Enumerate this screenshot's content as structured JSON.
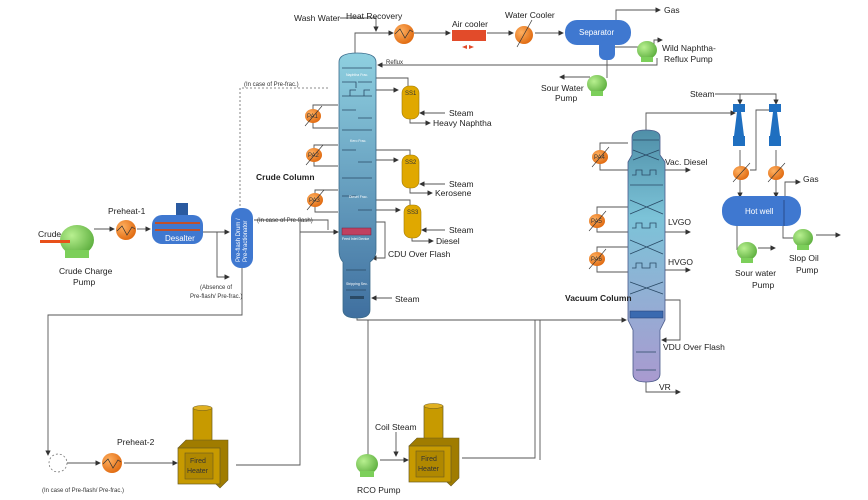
{
  "colors": {
    "column_top": "#8fd0e0",
    "column_bottom": "#3f6f9f",
    "vacuum_bottom": "#a99ad0",
    "pump": "#7ccf5a",
    "exchanger": "#f08a2a",
    "stripper": "#e0a800",
    "vessel": "#3f78d0",
    "heater": "#c79a00",
    "air_cooler": "#e24b2a"
  },
  "overhead": {
    "wash_water": "Wash Water",
    "heat_recovery": "Heat  Recovery",
    "air_cooler": "Air cooler",
    "water_cooler": "Water Cooler",
    "separator": "Separator",
    "gas": "Gas",
    "wild_naphtha_1": "Wild Naphtha-",
    "wild_naphtha_2": "Reflux Pump",
    "reflux": "Reflux",
    "sour_water_1": "Sour Water",
    "sour_water_2": "Pump"
  },
  "crude_column": {
    "label": "Crude Column",
    "pre_frac_note": "(In case of Pre-frac.)",
    "pre_flash_note": "(In case of Pre-flash)",
    "pumparounds": [
      "PA1",
      "PA2",
      "PA3"
    ],
    "strippers": [
      "SS1",
      "SS2",
      "SS3"
    ],
    "steam": "Steam",
    "products": [
      "Heavy Naphtha",
      "Kerosene",
      "Diesel"
    ],
    "over_flash": "CDU Over Flash",
    "bottom_steam": "Steam",
    "internals": [
      "Naphtha Frac.",
      "Kero Frac.",
      "Diesel Frac.",
      "Feed Inlet Device",
      "Stripping Sec."
    ]
  },
  "feed": {
    "crude": "Crude",
    "pump_1": "Crude Charge",
    "pump_2": "Pump",
    "preheat1": "Preheat-1",
    "desalter": "Desalter",
    "preflash_1": "Pre-flash Drum /",
    "preflash_2": "Pre-fractionator",
    "absence_1": "(Absence of",
    "absence_2": "Pre-flash/ Pre-frac.)",
    "bottom_note": "(In case of  Pre-flash/ Pre-frac.)",
    "preheat2": "Preheat-2",
    "fired_heater_1": "Fired",
    "fired_heater_2": "Heater",
    "coil_steam": "Coil Steam",
    "rco_pump": "RCO Pump"
  },
  "vacuum": {
    "label": "Vacuum Column",
    "pumparounds": [
      "PA4",
      "PA5",
      "PA6"
    ],
    "products": [
      "Vac. Diesel",
      "LVGO",
      "HVGO"
    ],
    "over_flash": "VDU Over Flash",
    "vr": "VR",
    "steam": "Steam",
    "gas": "Gas",
    "hot_well": "Hot well",
    "sour_water_1": "Sour water",
    "sour_water_2": "Pump",
    "slop_oil_1": "Slop Oil",
    "slop_oil_2": "Pump"
  }
}
